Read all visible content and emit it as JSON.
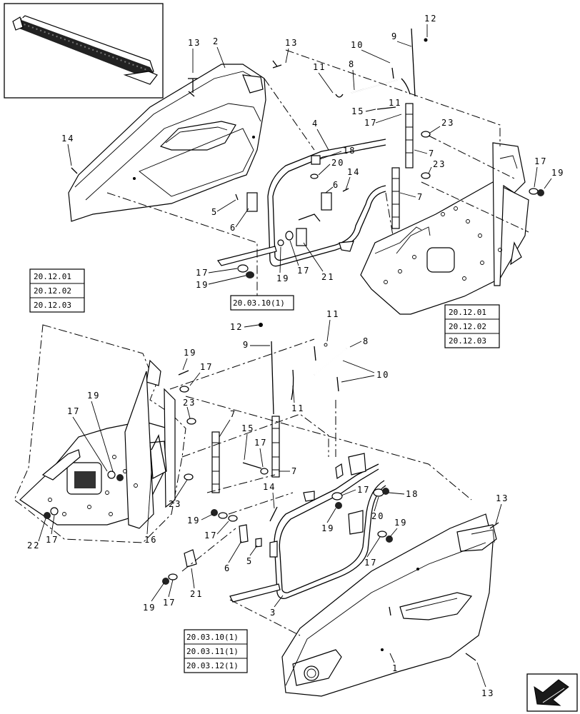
{
  "callouts": {
    "top": {
      "c12": "12",
      "c9": "9",
      "c10": "10",
      "c13a": "13",
      "c2": "2",
      "c13b": "13",
      "c11a": "11",
      "c8": "8",
      "c11b": "11",
      "c15": "15",
      "c17a": "17",
      "c23a": "23",
      "c4": "4",
      "c18": "18",
      "c20": "20",
      "c14a": "14",
      "c6a": "6",
      "c7a": "7",
      "c23b": "23",
      "c7b": "7",
      "c17b": "17",
      "c19a": "19",
      "c14b": "14",
      "c5": "5",
      "c6b": "6",
      "c17c": "17",
      "c19b": "19",
      "c19c": "19",
      "c17d": "17",
      "c21": "21"
    },
    "bottom": {
      "c12": "12",
      "c9": "9",
      "c11a": "11",
      "c8": "8",
      "c10": "10",
      "c11b": "11",
      "c19a": "19",
      "c17a": "17",
      "c23a": "23",
      "c7a": "7",
      "c19b": "19",
      "c17b": "17",
      "c15": "15",
      "c17c": "17",
      "c7b": "7",
      "c14": "14",
      "c17d": "17",
      "c18": "18",
      "c23b": "23",
      "c20": "20",
      "c16": "16",
      "c19c": "19",
      "c17e": "17",
      "c19d": "19",
      "c6": "6",
      "c5": "5",
      "c17f": "17",
      "c22": "22",
      "c17g": "17",
      "c19e": "19",
      "c13a": "13",
      "c21": "21",
      "c19f": "19",
      "c17h": "17",
      "c3": "3",
      "c1": "1",
      "c13b": "13"
    }
  },
  "ref_boxes": {
    "left": [
      "20.12.01",
      "20.12.02",
      "20.12.03"
    ],
    "center": [
      "20.03.10(1)"
    ],
    "right": [
      "20.12.01",
      "20.12.02",
      "20.12.03"
    ],
    "bottom": [
      "20.03.10(1)",
      "20.03.11(1)",
      "20.03.12(1)"
    ]
  },
  "icons": {
    "thumbnail": "header-thumbnail-icon",
    "navigation": "previous-page-arrow-icon"
  }
}
